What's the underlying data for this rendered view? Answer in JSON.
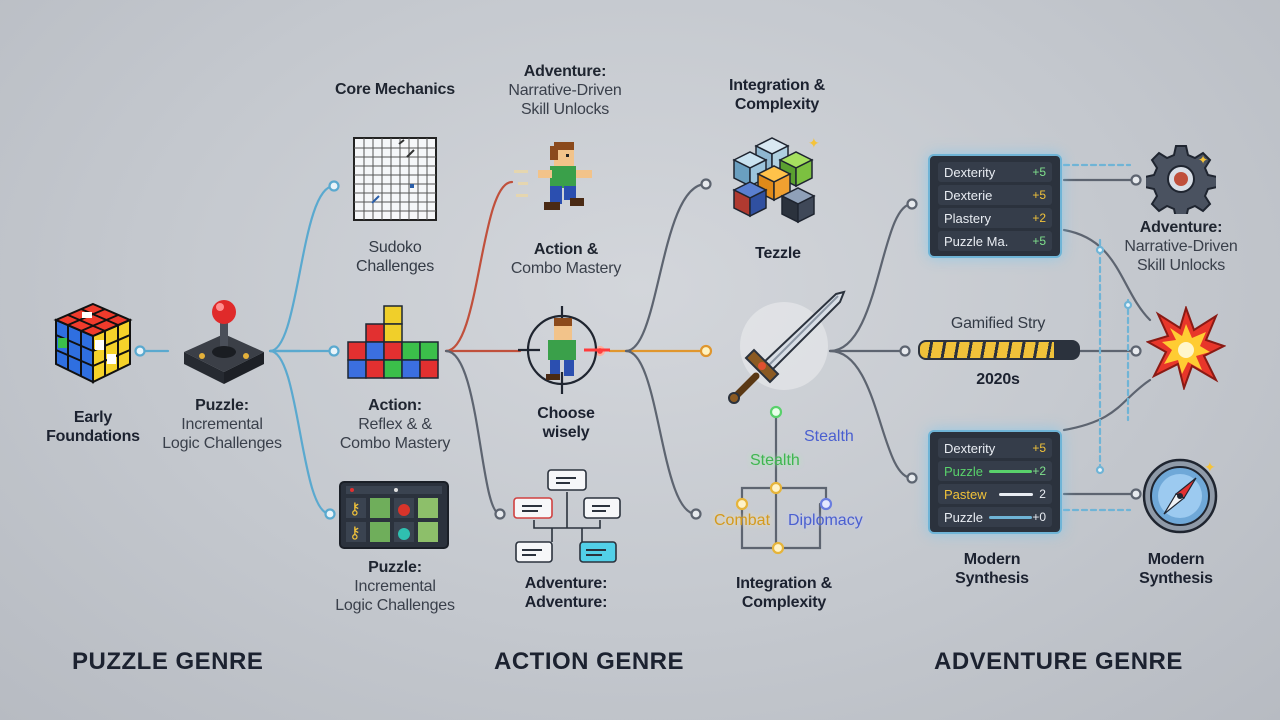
{
  "columns": {
    "puzzle": "PUZZLE GENRE",
    "action": "ACTION GENRE",
    "adventure": "ADVENTURE GENRE"
  },
  "labels": {
    "early": [
      "Early",
      "Foundations"
    ],
    "puzzle_root": [
      "Puzzle:",
      "Incremental",
      "Logic Challenges"
    ],
    "core_mechanics": [
      "Core Mechanics"
    ],
    "sudoko": [
      "Sudoko",
      "Challenges"
    ],
    "action_reflex": [
      "Action:",
      "Reflex & &",
      "Combo Mastery"
    ],
    "puzzle_bottom": [
      "Puzzle:",
      "Incremental",
      "Logic Challenges"
    ],
    "adventure_top": [
      "Adventure:",
      "Narrative-Driven",
      "Skill Unlocks"
    ],
    "action_combo": [
      "Action &",
      "Combo Mastery"
    ],
    "choose": [
      "Choose",
      "wisely"
    ],
    "adventure_bottom": [
      "Adventure:",
      "Adventure:"
    ],
    "integration_top": [
      "Integration &",
      "Complexity"
    ],
    "tezzle": [
      "Tezzle"
    ],
    "integration_bottom": [
      "Integration &",
      "Complexity"
    ],
    "gamified": [
      "Gamified Stry"
    ],
    "year": [
      "2020s"
    ],
    "adventure_right": [
      "Adventure:",
      "Narrative-Driven",
      "Skill Unlocks"
    ],
    "modern_mid": [
      "Modern",
      "Synthesis"
    ],
    "modern_right": [
      "Modern",
      "Synthesis"
    ]
  },
  "skill_tree": {
    "stealth_top": "Stealth",
    "stealth_mid": "Stealth",
    "combat": "Combat",
    "diplomacy": "Diplomacy"
  },
  "panel_top": [
    {
      "name": "Dexterity",
      "value": "+5"
    },
    {
      "name": "Dexterie",
      "value": "+5"
    },
    {
      "name": "Plastery",
      "value": "+2"
    },
    {
      "name": "Puzzle Ma.",
      "value": "+5"
    }
  ],
  "panel_bottom": [
    {
      "name": "Dexterity",
      "value": "+5"
    },
    {
      "name": "Puzzle",
      "value": "+2"
    },
    {
      "name": "Pastew",
      "value": "2"
    },
    {
      "name": "Puzzle",
      "value": "+0"
    }
  ],
  "progress": {
    "fraction": 0.85
  },
  "colors": {
    "blue_link": "#5aa9cf",
    "red_link": "#c0503c",
    "orange_link": "#e0962d",
    "gray_link": "#5d6470",
    "green_node": "#59d16b",
    "blue_node": "#6a7de0",
    "yellow_node": "#e6b43a"
  }
}
